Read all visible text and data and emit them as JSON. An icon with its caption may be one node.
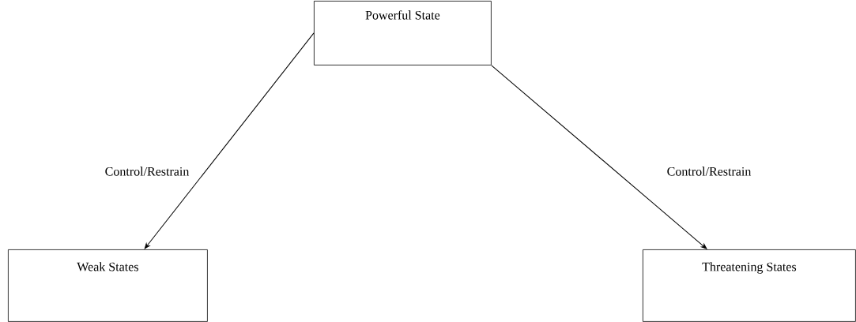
{
  "diagram": {
    "nodes": [
      {
        "text": [
          "Powerful State"
        ]
      },
      {
        "text": [
          "Weak States"
        ]
      },
      {
        "text": [
          "Threatening States"
        ]
      }
    ],
    "edges": [
      {
        "from": 0,
        "to": 1,
        "arrow": "to",
        "label": "Control/Restrain"
      },
      {
        "from": 0,
        "to": 2,
        "arrow": "to",
        "label": "Control/Restrain"
      }
    ]
  }
}
